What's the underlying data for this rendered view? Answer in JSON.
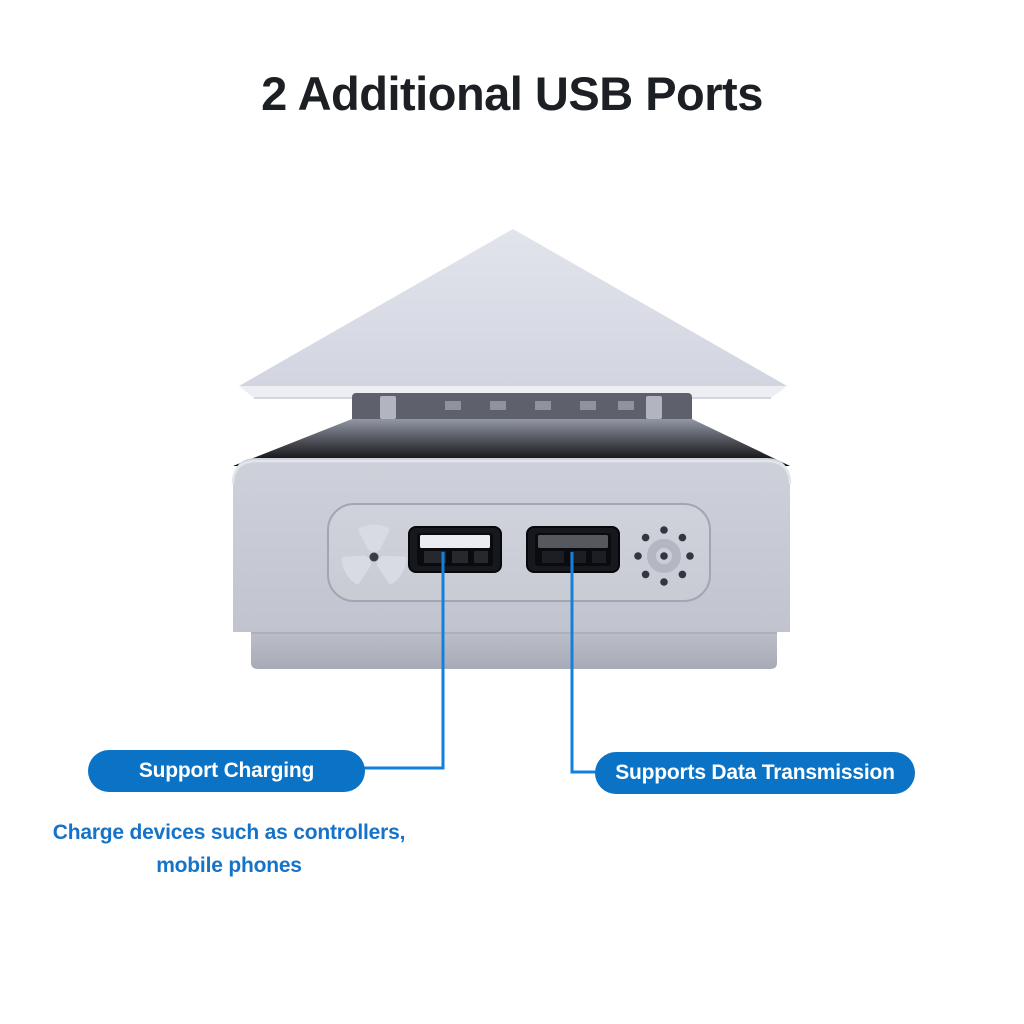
{
  "title": {
    "text": "2 Additional USB Ports"
  },
  "callouts": {
    "left": {
      "label": "Support Charging"
    },
    "right": {
      "label": "Supports Data Transmission"
    }
  },
  "description": {
    "line1": "Charge devices such as controllers,",
    "line2": "mobile phones"
  },
  "device": {
    "icons": {
      "trefoil": "trefoil-vent-icon",
      "indicator": "dotted-indicator-icon"
    },
    "ports": [
      "USB-A left",
      "USB-A right"
    ]
  },
  "colors": {
    "background": "#ffffff",
    "title_text": "#1c1f24",
    "pill_blue": "#0b73c5",
    "leader_line_blue": "#1480dd",
    "description_blue": "#1673c7",
    "device_body_gray": "#c7cad4",
    "pyramid_gray": "#dadce6",
    "port_black": "#17181d"
  }
}
